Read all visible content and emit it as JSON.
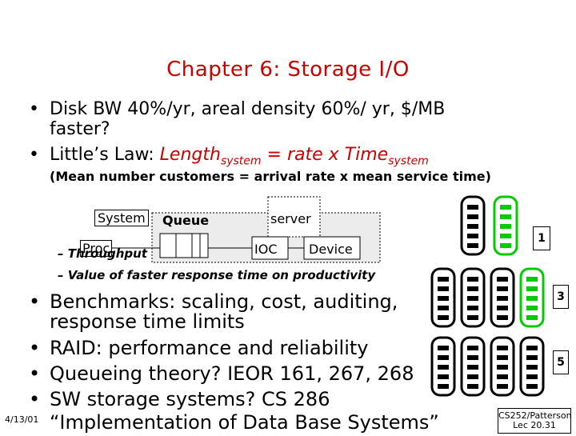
{
  "title": "Chapter 6: Storage I/O",
  "bullet1_line1": "Disk BW 40%/yr, areal density 60%/ yr, $/MB",
  "bullet1_line2": "faster?",
  "bullet2_prefix": "Little’s Law: ",
  "bullet2_length": "Length",
  "bullet2_sub1": "system",
  "bullet2_mid": " = rate x Time",
  "bullet2_sub2": "system",
  "mean_line": "(Mean number customers = arrival rate x mean service time)",
  "diagram": {
    "system_label": "System",
    "queue_label": "Queue",
    "server_label": "server",
    "proc_label": "Proc",
    "ioc_label": "IOC",
    "device_label": "Device"
  },
  "dash1": "– Throughput",
  "dash2": "– Value of faster response time on productivity",
  "bullets_bottom": [
    "Benchmarks: scaling, cost, auditing,",
    "response time limits",
    "RAID: performance and reliability",
    "Queueing theory? IEOR 161, 267, 268",
    "SW storage systems? CS 286",
    "“Implementation of Data Base Systems”"
  ],
  "bullet_glyph": "•",
  "date": "4/13/01",
  "footer_line1": "CS252/Patterson",
  "footer_line2": "Lec 20.31",
  "raid_labels": [
    "1",
    "3",
    "5"
  ],
  "colors": {
    "title": "#cc0000",
    "disk_green": "#00cc00"
  }
}
